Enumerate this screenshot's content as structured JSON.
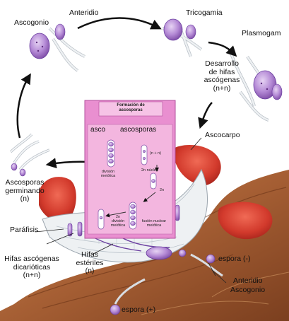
{
  "labels": {
    "ascogonio_top": "Ascogonio",
    "anteridio_top": "Anteridio",
    "tricogamia": "Tricogamia",
    "plasmogamia": "Plasmogam",
    "desarrollo": [
      "Desarrollo",
      "de hifas",
      "ascógenas",
      "(n+n)"
    ],
    "ascocarpo": "Ascocarpo",
    "ascosporas_germinando": [
      "Ascosporas",
      "germinando",
      "(n)"
    ],
    "parafisis": "Paráfisis",
    "hifas_ascogenas": [
      "Hifas ascógenas",
      "dicarióticas",
      "(n+n)"
    ],
    "hifas_esteriles": [
      "Hifas",
      "estériles",
      "(n)"
    ],
    "espora_minus": "espora (-)",
    "anteridio_bottom": "Anteridio",
    "ascogonio_bottom": "Ascogonio",
    "espora_plus": "espora (+)"
  },
  "inset": {
    "header": [
      "Formación de",
      "ascosporas"
    ],
    "asco": "asco",
    "ascosporas": "ascosporas",
    "tiny": {
      "division_meiotica": [
        "división",
        "meiótica"
      ],
      "n_plus_n": "(n + n)",
      "n_plus_n_fusion": "2n núcleo",
      "two_n": "2n",
      "two_n_b": [
        "2n",
        "división",
        "meiótica"
      ],
      "fusion_nuclear": [
        "fusión nuclear",
        "meiótica"
      ]
    }
  },
  "colors": {
    "spore": "#a879cc",
    "spore_dark": "#7c4aa5",
    "inset": "#e98fd0",
    "ascocarp": "#d23a2c",
    "wood": "#a65f34",
    "hypha": "#d8dde2"
  }
}
